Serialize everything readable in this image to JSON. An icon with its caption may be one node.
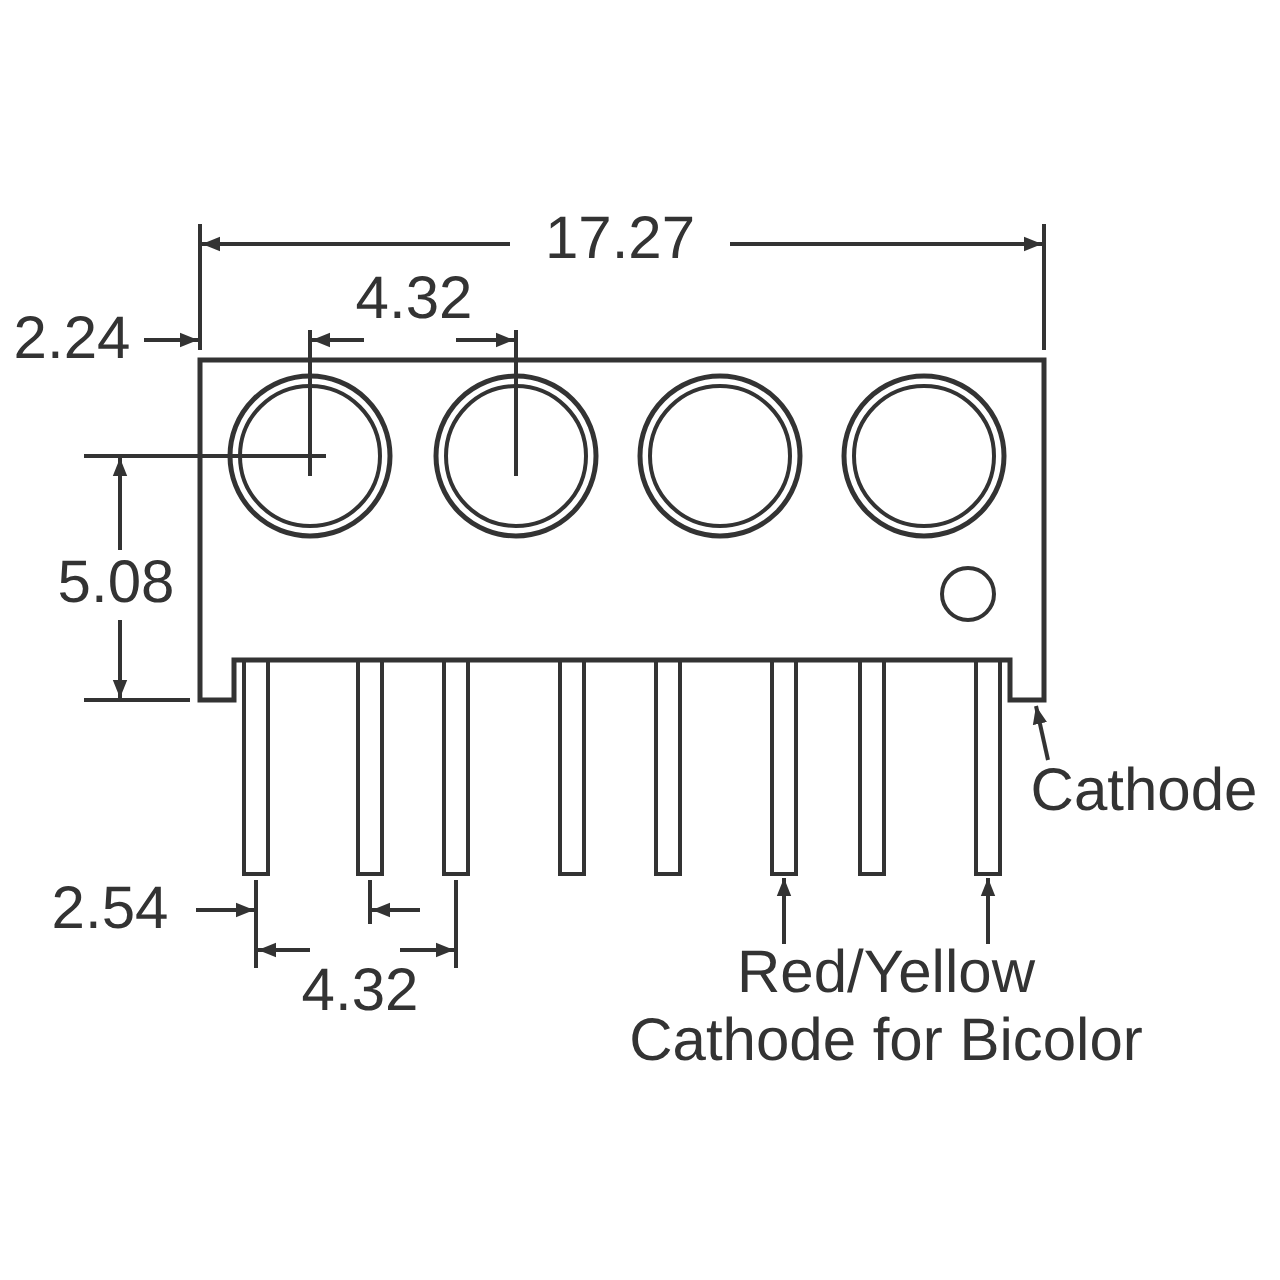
{
  "diagram": {
    "nodes": [
      {
        "text": [
          "Cathode"
        ]
      },
      {
        "text": [],
        "shape": "box"
      },
      {
        "text": [
          "Red/Yellow Cathode for Bicolor"
        ]
      },
      {
        "text": [],
        "shape": "bar"
      },
      {
        "text": [],
        "shape": "bar"
      },
      {
        "text": [],
        "shape": "bar"
      },
      {
        "text": [],
        "shape": "bar"
      },
      {
        "text": [],
        "shape": "bar"
      },
      {
        "text": [],
        "shape": "bar"
      },
      {
        "text": [],
        "shape": "bar"
      },
      {
        "text": [],
        "shape": "bar"
      }
    ],
    "edges": [
      {
        "from": 0,
        "to": 1,
        "arrow": "to"
      },
      {
        "from": 2,
        "to": 8,
        "arrow": "to"
      },
      {
        "from": 2,
        "to": 10,
        "arrow": "to"
      }
    ],
    "labels": [
      "17.27",
      "2.24",
      "4.32",
      "5.08",
      "2.54",
      "4.32"
    ]
  }
}
